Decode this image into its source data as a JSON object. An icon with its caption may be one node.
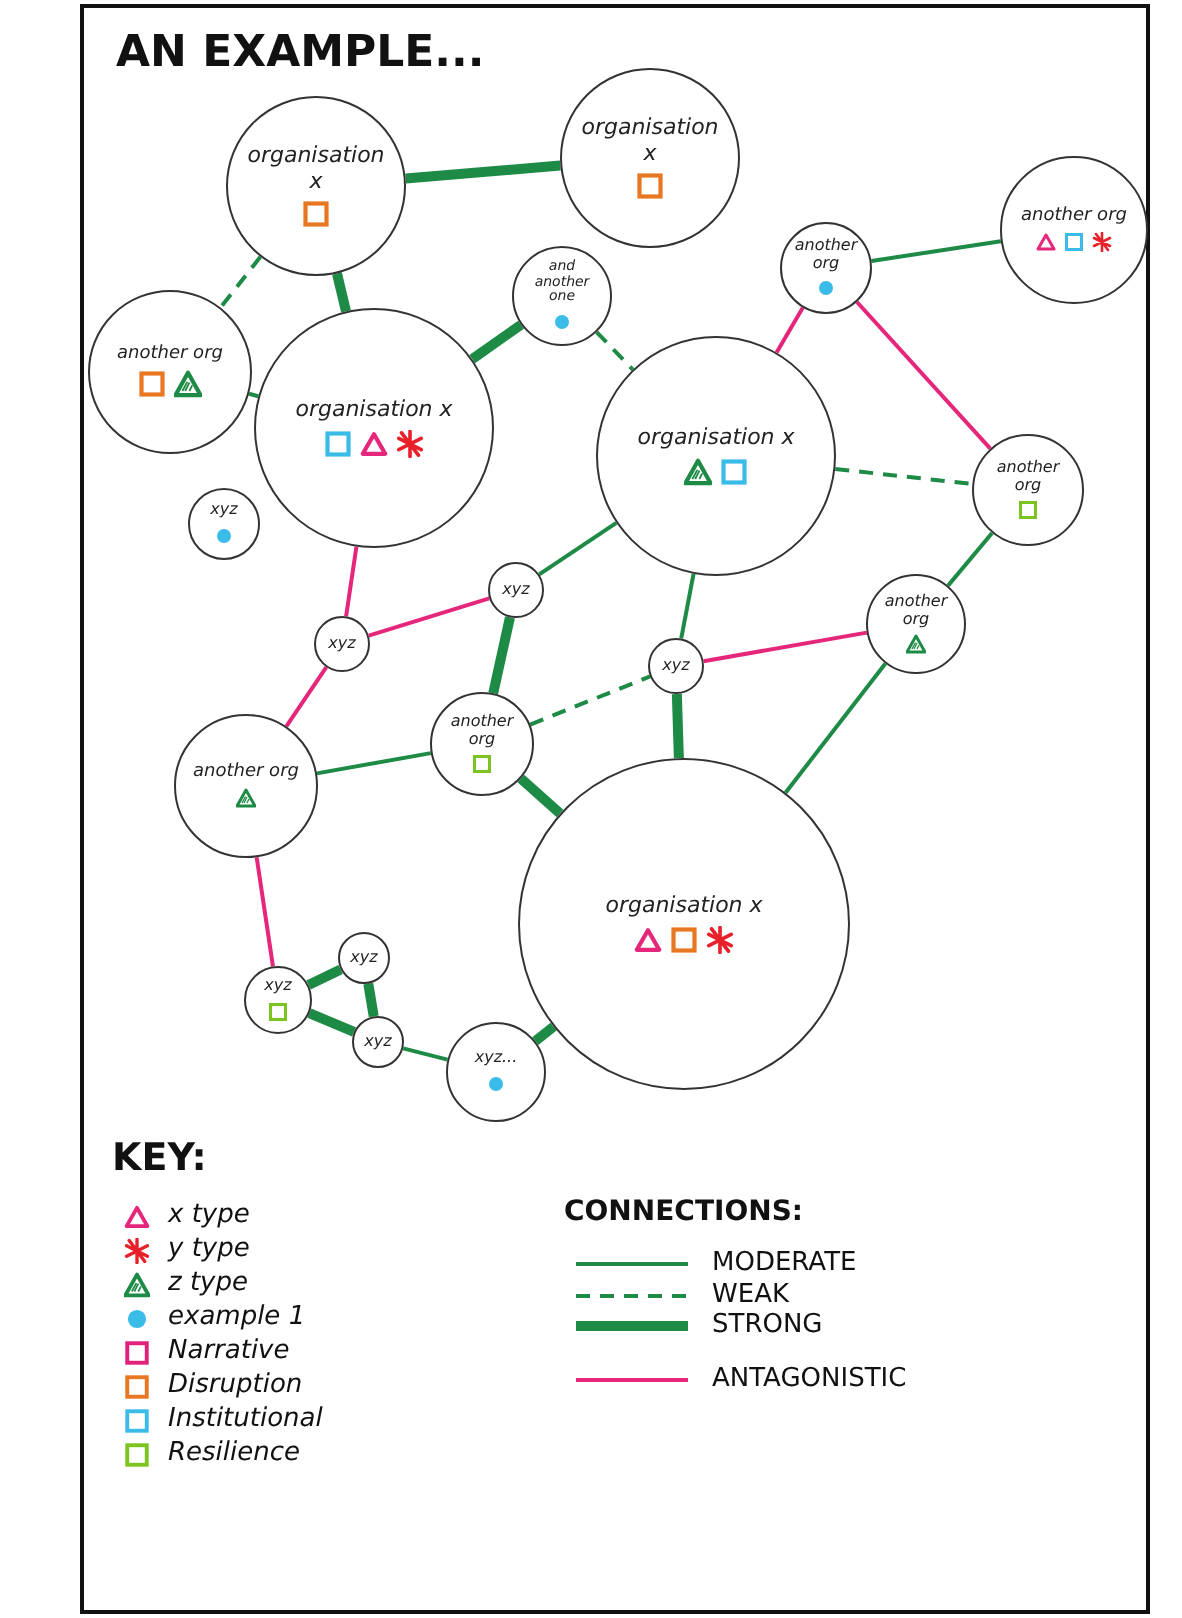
{
  "diagram": {
    "title": "AN EXAMPLE...",
    "nodes": [
      {
        "text": [
          "organisation x"
        ]
      },
      {
        "text": [
          "organisation x"
        ]
      },
      {
        "text": [
          "another org"
        ]
      },
      {
        "text": [
          "another org"
        ]
      },
      {
        "text": [
          "and another one"
        ]
      },
      {
        "text": [
          "another org"
        ]
      },
      {
        "text": [
          "organisation x"
        ]
      },
      {
        "text": [
          "organisation x"
        ]
      },
      {
        "text": [
          "xyz"
        ]
      },
      {
        "text": [
          "another org"
        ]
      },
      {
        "text": [
          "xyz"
        ]
      },
      {
        "text": [
          "xyz"
        ]
      },
      {
        "text": [
          "xyz"
        ]
      },
      {
        "text": [
          "another org"
        ]
      },
      {
        "text": [
          "another org"
        ]
      },
      {
        "text": [
          "another org"
        ]
      },
      {
        "text": [
          "organisation x"
        ]
      },
      {
        "text": [
          "xyz"
        ]
      },
      {
        "text": [
          "xyz"
        ]
      },
      {
        "text": [
          "xyz"
        ]
      },
      {
        "text": [
          "xyz..."
        ]
      }
    ],
    "edges": [
      {
        "from": 0,
        "to": 1,
        "arrow": "none",
        "style": "thick"
      },
      {
        "from": 0,
        "to": 5,
        "arrow": "none",
        "style": "dashed"
      },
      {
        "from": 0,
        "to": 6,
        "arrow": "none",
        "style": "thick"
      },
      {
        "from": 5,
        "to": 6,
        "arrow": "none"
      },
      {
        "from": 6,
        "to": 4,
        "arrow": "none",
        "style": "thick"
      },
      {
        "from": 4,
        "to": 7,
        "arrow": "none",
        "style": "dashed"
      },
      {
        "from": 3,
        "to": 2,
        "arrow": "none"
      },
      {
        "from": 3,
        "to": 7,
        "arrow": "none",
        "color": "#e6267a"
      },
      {
        "from": 3,
        "to": 9,
        "arrow": "none",
        "color": "#e6267a"
      },
      {
        "from": 7,
        "to": 9,
        "arrow": "none",
        "style": "dashed"
      },
      {
        "from": 7,
        "to": 10,
        "arrow": "none"
      },
      {
        "from": 7,
        "to": 12,
        "arrow": "none"
      },
      {
        "from": 9,
        "to": 13,
        "arrow": "none"
      },
      {
        "from": 6,
        "to": 11,
        "arrow": "none",
        "color": "#e6267a"
      },
      {
        "from": 11,
        "to": 10,
        "arrow": "none",
        "color": "#e6267a"
      },
      {
        "from": 10,
        "to": 14,
        "arrow": "none",
        "style": "thick"
      },
      {
        "from": 11,
        "to": 15,
        "arrow": "none",
        "color": "#e6267a"
      },
      {
        "from": 15,
        "to": 14,
        "arrow": "none"
      },
      {
        "from": 14,
        "to": 12,
        "arrow": "none",
        "style": "dashed"
      },
      {
        "from": 12,
        "to": 13,
        "arrow": "none",
        "color": "#e6267a"
      },
      {
        "from": 12,
        "to": 16,
        "arrow": "none",
        "style": "thick"
      },
      {
        "from": 14,
        "to": 16,
        "arrow": "none",
        "style": "thick"
      },
      {
        "from": 13,
        "to": 16,
        "arrow": "none"
      },
      {
        "from": 15,
        "to": 18,
        "arrow": "none",
        "color": "#e6267a"
      },
      {
        "from": 18,
        "to": 17,
        "arrow": "none",
        "style": "thick"
      },
      {
        "from": 17,
        "to": 19,
        "arrow": "none",
        "style": "thick"
      },
      {
        "from": 18,
        "to": 19,
        "arrow": "none",
        "style": "thick"
      },
      {
        "from": 19,
        "to": 20,
        "arrow": "none"
      },
      {
        "from": 20,
        "to": 16,
        "arrow": "none",
        "style": "thick"
      }
    ],
    "labels": [
      "KEY:",
      "CONNECTIONS:"
    ],
    "legend": [
      {
        "text": "x type"
      },
      {
        "text": "y type"
      },
      {
        "text": "z type"
      },
      {
        "text": "example 1"
      },
      {
        "text": "Narrative"
      },
      {
        "text": "Disruption"
      },
      {
        "text": "Institutional"
      },
      {
        "text": "Resilience"
      },
      {
        "text": "MODERATE"
      },
      {
        "text": "WEAK"
      },
      {
        "text": "STRONG"
      },
      {
        "text": "ANTAGONISTIC"
      }
    ]
  }
}
